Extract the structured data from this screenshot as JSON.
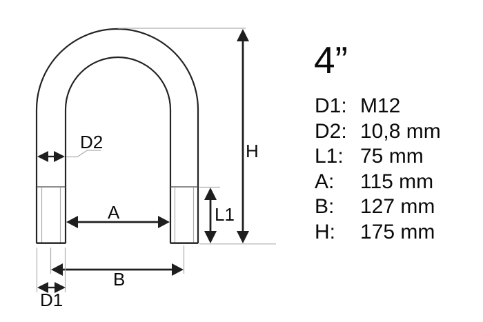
{
  "product": {
    "title": "4”"
  },
  "drawing": {
    "type": "u-bolt-technical-drawing",
    "labels": {
      "d2": "D2",
      "h": "H",
      "l1": "L1",
      "a": "A",
      "b": "B",
      "d1": "D1"
    }
  },
  "specs": {
    "rows": [
      {
        "label": "D1:",
        "value": "M12"
      },
      {
        "label": "D2:",
        "value": "10,8 mm"
      },
      {
        "label": "L1:",
        "value": "75 mm"
      },
      {
        "label": "A:",
        "value": "115 mm"
      },
      {
        "label": "B:",
        "value": "127 mm"
      },
      {
        "label": "H:",
        "value": "175 mm"
      }
    ]
  },
  "colors": {
    "background": "#ffffff",
    "outline": "#232323",
    "dimension": "#1e1e1e",
    "extension_line": "#adadad",
    "text": "#0a0a0a"
  }
}
